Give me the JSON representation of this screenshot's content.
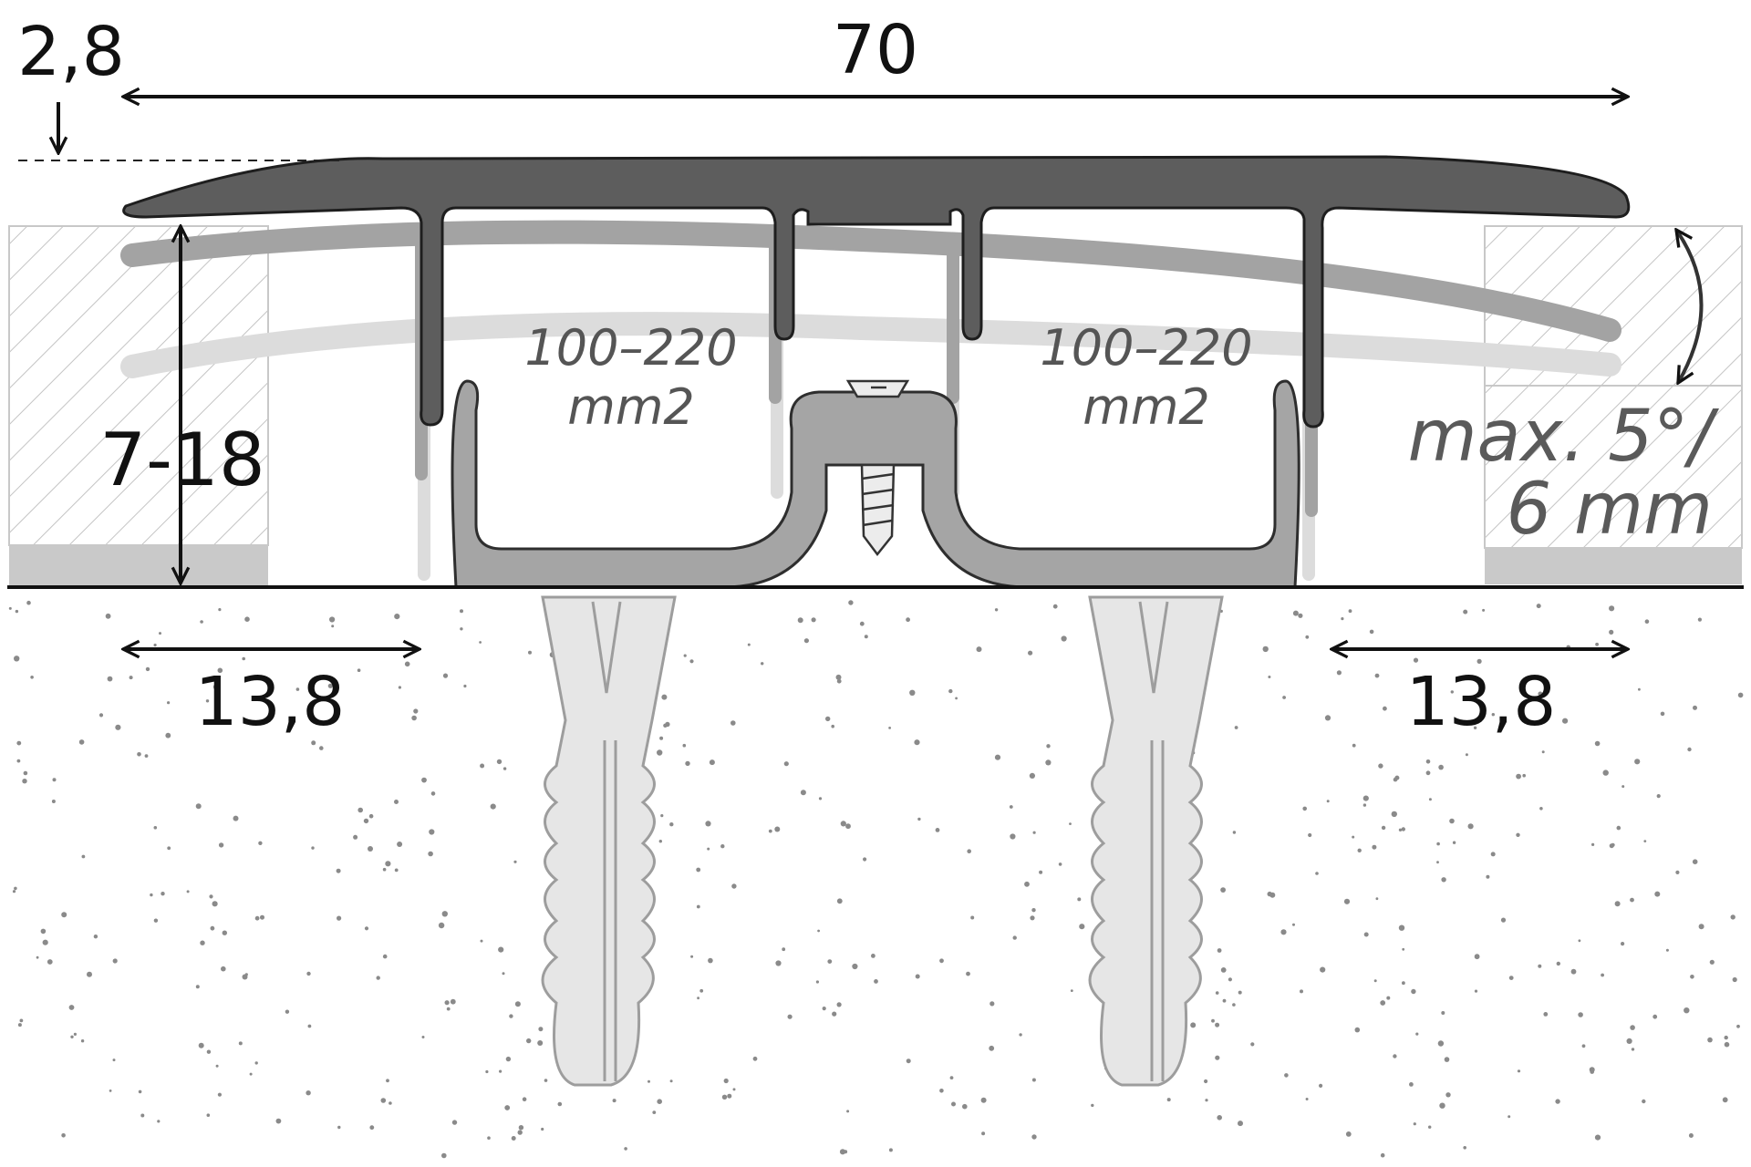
{
  "dimensions": {
    "top_thickness": "2,8",
    "width": "70",
    "height_range": "7-18",
    "left_overlap": "13,8",
    "right_overlap": "13,8"
  },
  "cavities": [
    {
      "line1": "100–220",
      "line2": "mm2"
    },
    {
      "line1": "100–220",
      "line2": "mm2"
    }
  ],
  "tolerance": {
    "line1": "max. 5°/",
    "line2": "6 mm"
  },
  "colors": {
    "profile_dark": "#5e5e5e",
    "profile_mid": "#9a9a9a",
    "profile_light": "#d6d6d6",
    "base_profile": "#a4a4a4",
    "floor_hatch": "#bdbdbd",
    "subfloor_dots": "#8a8a8a"
  }
}
